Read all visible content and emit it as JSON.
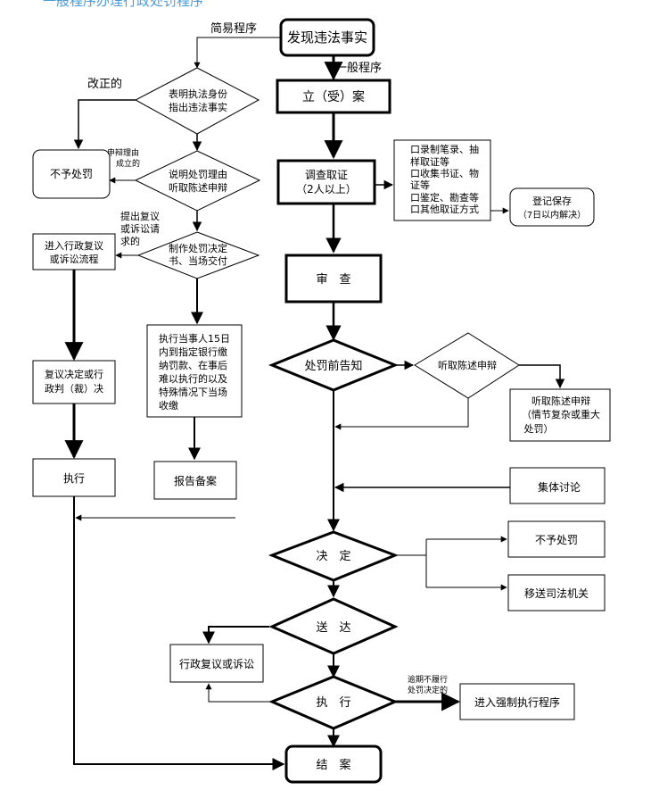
{
  "header": "一般程序办理行政处罚程序",
  "diagram": {
    "nodes": {
      "discover": "发现违法事实",
      "file_case": "立（受）案",
      "investigate": [
        "调查取证",
        "（2人以上）"
      ],
      "evidence_methods": [
        "口录制笔录、抽",
        "样取证等",
        "口收集书证、物",
        "证等",
        "口鉴定、勘查等",
        "口其他取证方式"
      ],
      "register": [
        "登记保存",
        "（7日以内解决）"
      ],
      "review": "审　查",
      "pre_notice": "处罚前告知",
      "hear_statement": "听取陈述申辩",
      "hearing": [
        "听取陈述申辩",
        "（情节复杂或重大",
        "处罚）"
      ],
      "collective": "集体讨论",
      "decide": "决　定",
      "no_penalty_right": "不予处罚",
      "transfer": "移送司法机关",
      "deliver": "送　达",
      "admin_review_lit": "行政复议或诉讼",
      "execute_main": "执　行",
      "force_exec": "进入强制执行程序",
      "close": "结　案",
      "show_id": [
        "表明执法身份",
        "指出违法事实"
      ],
      "explain": [
        "说明处罚理由",
        "听取陈述申辩"
      ],
      "make_decision": [
        "制作处罚决定",
        "书、当场交付"
      ],
      "no_penalty_left": "不予处罚",
      "enter_review": [
        "进入行政复议",
        "或诉讼流程"
      ],
      "review_result": [
        "复议决定或行",
        "政判（裁）决"
      ],
      "execute_left": "执行",
      "pay": [
        "执行当事人15日",
        "内到指定银行缴",
        "纳罚款、在事后",
        "难以执行的以及",
        "特殊情况下当场",
        "收缴"
      ],
      "report": "报告备案"
    },
    "labels": {
      "simple_procedure": "简易程序",
      "general_procedure": "一般程序",
      "corrected": "改正的",
      "defense_established": [
        "申辩理由",
        "成立的"
      ],
      "request_review": [
        "提出复议",
        "或诉讼请",
        "求的"
      ],
      "overdue": [
        "逾期不履行",
        "处罚决定的"
      ]
    }
  }
}
